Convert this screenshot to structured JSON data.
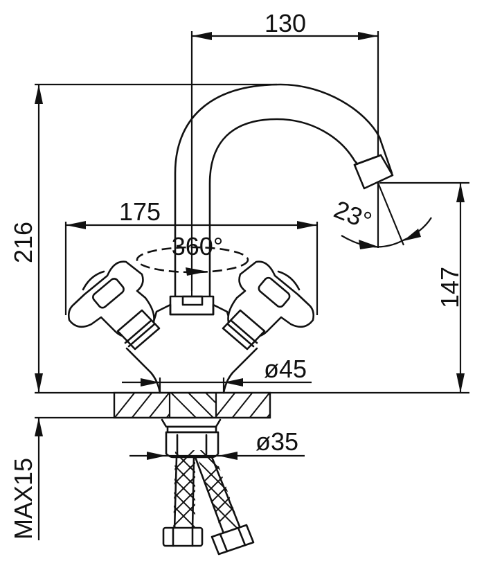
{
  "drawing": {
    "subject": "Dual-handle basin mixer faucet with swivel spout",
    "units": "mm"
  },
  "dimensions": {
    "spout_reach": "130",
    "total_height": "216",
    "handle_span": "175",
    "swivel_angle": "360°",
    "aerator_tilt": "23°",
    "outlet_height": "147",
    "base_diameter": "ø45",
    "shank_diameter": "ø35",
    "max_countertop_thickness": "MAX15"
  },
  "colors": {
    "line": "#111111",
    "background": "#ffffff"
  }
}
